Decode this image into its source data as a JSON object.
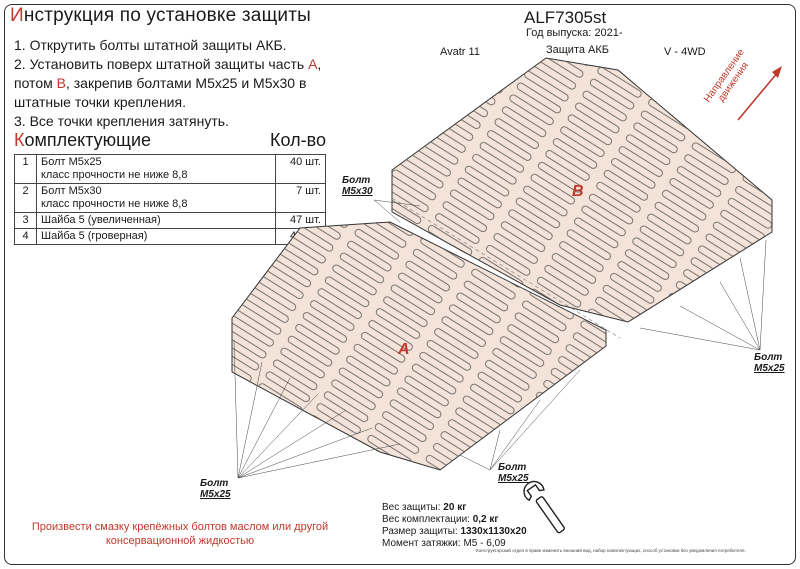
{
  "title": {
    "first_letter": "И",
    "rest": "нструкция по установке защиты"
  },
  "steps": {
    "s1": "1. Открутить болты штатной защиты АКБ.",
    "s2_a": "2. Установить поверх штатной защиты часть ",
    "part_a": "A",
    "s2_b": ",",
    "s2_c": "потом ",
    "part_b": "B",
    "s2_d": ", закрепив болтами М5х25 и М5х30 в",
    "s2_e": "штатные точки крепления.",
    "s3": "3. Все точки крепления затянуть."
  },
  "components": {
    "heading_first": "К",
    "heading_rest": "омплектующие",
    "qty_heading": "Кол-во",
    "rows": [
      {
        "n": "1",
        "name": "Болт М5х25",
        "sub": "класс прочности не ниже 8,8",
        "qty": "40 шт."
      },
      {
        "n": "2",
        "name": "Болт М5х30",
        "sub": "класс прочности не ниже 8,8",
        "qty": "7 шт."
      },
      {
        "n": "3",
        "name": "Шайба 5 (увеличенная)",
        "sub": "",
        "qty": "47 шт."
      },
      {
        "n": "4",
        "name": "Шайба 5 (гроверная)",
        "sub": "",
        "qty": "47 шт."
      }
    ]
  },
  "product": {
    "code": "ALF7305st",
    "year": "Год выпуска: 2021-",
    "model": "Avatr 11",
    "kind": "Защита АКБ",
    "drive": "V - 4WD"
  },
  "direction_label": "Направление движения",
  "drawing": {
    "part_a": "A",
    "part_b": "B",
    "bolt_word": "Болт",
    "bolt_m5x30": "М5х30",
    "bolt_m5x25": "М5х25"
  },
  "specs": {
    "weight_label": "Вес защиты: ",
    "weight_value": "20 кг",
    "kit_label": "Вес комплектации: ",
    "kit_value": "0,2 кг",
    "size_label": "Размер защиты: ",
    "size_value": "1330х1130х20",
    "torque_label": "Момент затяжки: ",
    "torque_value": "М5 - 6,09"
  },
  "note": "Произвести смазку крепёжных болтов маслом или другой консервационной жидкостью",
  "disclaimer": "Конструкторский отдел в праве изменить внешний вид, набор комплектующих, способ установки без уведомления потребителя.",
  "colors": {
    "accent": "#c0392b",
    "plate": "#f3e3d8",
    "outline": "#333333"
  }
}
